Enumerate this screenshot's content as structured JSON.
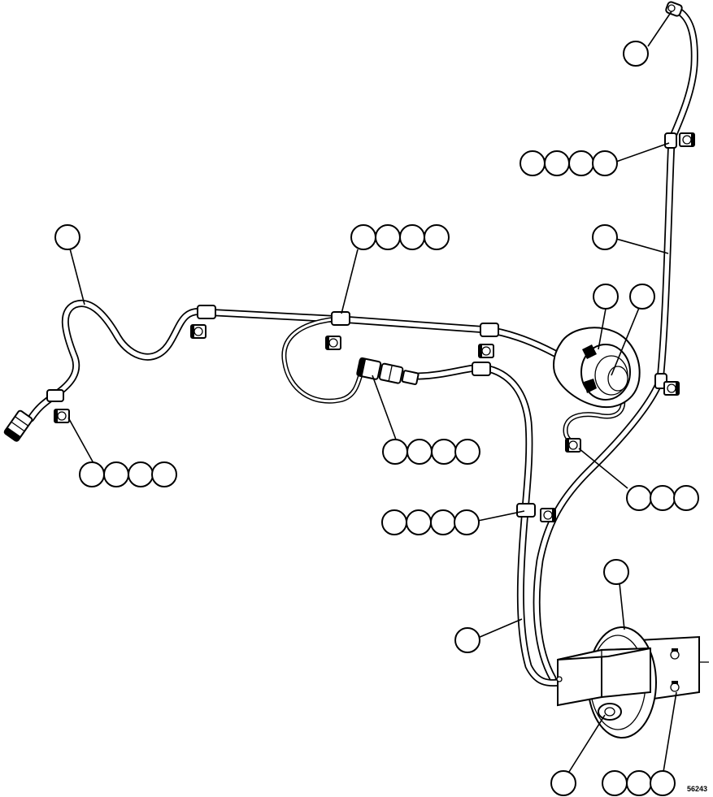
{
  "figure_id": "56243",
  "callout_groups": [
    {
      "id": "g1",
      "bubbles": 1
    },
    {
      "id": "g2",
      "bubbles": 4
    },
    {
      "id": "g3",
      "bubbles": 1
    },
    {
      "id": "g4",
      "bubbles": 4
    },
    {
      "id": "g5",
      "bubbles": 1
    },
    {
      "id": "g6",
      "bubbles": 2
    },
    {
      "id": "g7",
      "bubbles": 4
    },
    {
      "id": "g8",
      "bubbles": 4
    },
    {
      "id": "g9",
      "bubbles": 3
    },
    {
      "id": "g10",
      "bubbles": 4
    },
    {
      "id": "g11",
      "bubbles": 1
    },
    {
      "id": "g12",
      "bubbles": 1
    },
    {
      "id": "g13",
      "bubbles": 1
    },
    {
      "id": "g14",
      "bubbles": 3
    }
  ]
}
